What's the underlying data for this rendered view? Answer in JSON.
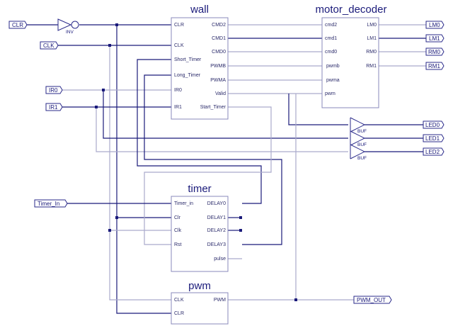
{
  "diagram": {
    "type": "schematic",
    "modules": {
      "wall": {
        "title": "wall",
        "inputs": [
          "CLR",
          "CLK",
          "Short_Timer",
          "Long_Timer",
          "IR0",
          "IR1"
        ],
        "outputs": [
          "CMD2",
          "CMD1",
          "CMD0",
          "PWMB",
          "PWMA",
          "Valid",
          "Start_Timer"
        ]
      },
      "motor_decoder": {
        "title": "motor_decoder",
        "inputs": [
          "cmd2",
          "cmd1",
          "cmd0",
          "pwmb",
          "pwma",
          "pwm"
        ],
        "outputs": [
          "LM0",
          "LM1",
          "RM0",
          "RM1"
        ]
      },
      "timer": {
        "title": "timer",
        "inputs": [
          "Timer_in",
          "Clr",
          "Clk",
          "Rst"
        ],
        "outputs": [
          "DELAY0",
          "DELAY1",
          "DELAY2",
          "DELAY3",
          "pulse"
        ]
      },
      "pwm": {
        "title": "pwm",
        "inputs": [
          "CLK",
          "CLR"
        ],
        "outputs": [
          "PWM"
        ]
      }
    },
    "gates": {
      "inv": "INV",
      "buf": [
        "BUF",
        "BUF",
        "BUF"
      ]
    },
    "input_ports": [
      "CLR",
      "CLK",
      "IR0",
      "IR1",
      "Timer_In"
    ],
    "output_ports": [
      "LM0",
      "LM1",
      "RM0",
      "RM1",
      "LED0",
      "LED1",
      "LED2",
      "PWM_OUT"
    ],
    "colors": {
      "wire_dark": "#1a1a7a",
      "wire_light": "#aaaacc",
      "block_border": "#8888bb",
      "text": "#1a1a7a"
    }
  }
}
